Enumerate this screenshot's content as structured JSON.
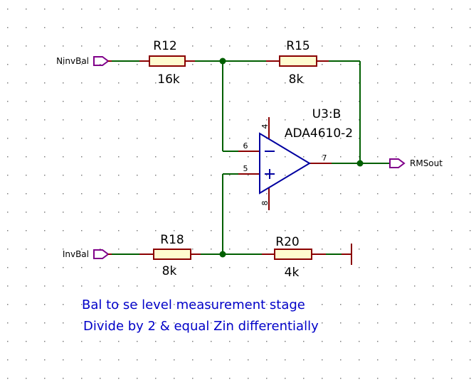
{
  "ports": {
    "ninv": "NinvBal",
    "inv": "InvBal",
    "out": "RMSout"
  },
  "resistors": {
    "r12": {
      "ref": "R12",
      "value": "16k"
    },
    "r15": {
      "ref": "R15",
      "value": "8k"
    },
    "r18": {
      "ref": "R18",
      "value": "8k"
    },
    "r20": {
      "ref": "R20",
      "value": "4k"
    }
  },
  "opamp": {
    "ref": "U3:B",
    "part": "ADA4610-2",
    "pins": {
      "inv": "6",
      "noninv": "5",
      "out": "7",
      "vpos": "4",
      "vneg": "8"
    }
  },
  "notes": {
    "line1": "Bal to se level measurement stage",
    "line2": "Divide by 2 & equal Zin differentially"
  },
  "colors": {
    "wire": "#005f00",
    "component": "#8a0000",
    "opamp": "#0000a0",
    "port": "#80008a",
    "note": "#0000c8"
  }
}
